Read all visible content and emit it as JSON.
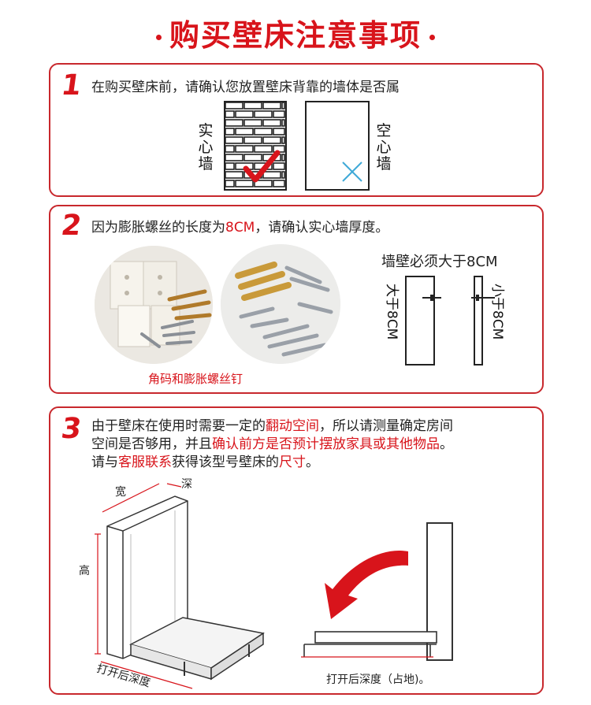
{
  "title": "购买壁床注意事项",
  "step1": {
    "number": "1",
    "text": "在购买壁床前，请确认您放置壁床背靠的墙体是否属",
    "solid_label": "实心墙",
    "hollow_label": "空心墙",
    "solid_mark": "check-icon",
    "hollow_mark": "cross-icon"
  },
  "step2": {
    "number": "2",
    "text_before": "因为膨胀螺丝的长度为",
    "text_highlight": "8CM",
    "text_after": "，请确认实心墙厚度。",
    "caption": "角码和膨胀螺丝钉",
    "wall_heading": "墙壁必须大于8CM",
    "left_wall_label": "大于8CM",
    "right_wall_label": "小于8CM"
  },
  "step3": {
    "number": "3",
    "line1_a": "由于壁床在使用时需要一定的",
    "line1_red": "翻动空间",
    "line1_b": "，所以请测量确定房间",
    "line2_a": "空间是否够用，并且",
    "line2_red": "确认前方是否预计摆放家具或其他物品",
    "line2_b": "。",
    "line3_a": "请与",
    "line3_red1": "客服联系",
    "line3_b": "获得该型号壁床的",
    "line3_red2": "尺寸",
    "line3_c": "。",
    "dim_width": "宽",
    "dim_depth": "深",
    "dim_height": "高",
    "dim_open_depth": "打开后深度",
    "floor_caption": "打开后深度（占地)。"
  },
  "colors": {
    "accent": "#d8141b",
    "border": "#c8282d",
    "check": "#d8141b",
    "cross": "#3fa9d8"
  }
}
